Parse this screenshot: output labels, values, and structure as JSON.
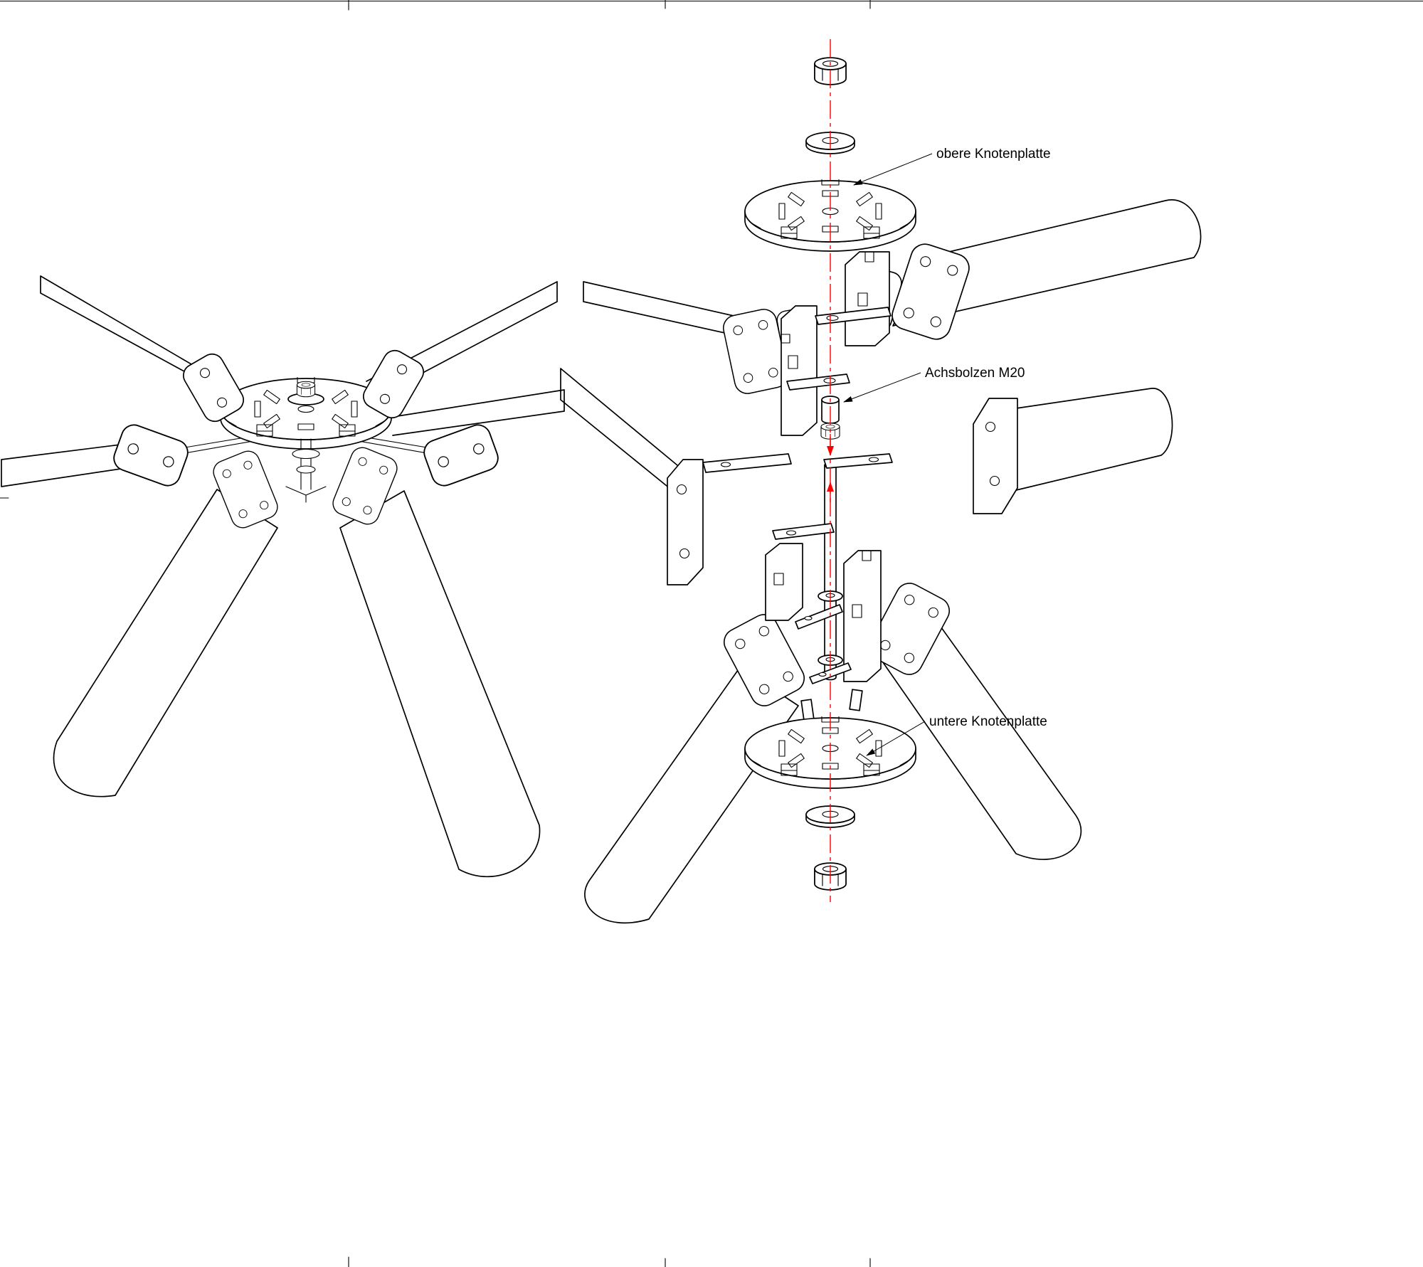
{
  "drawing": {
    "type": "exploded-assembly-technical-drawing",
    "colors": {
      "line": "#000000",
      "centerline": "#ff0000",
      "background": "#ffffff"
    }
  },
  "annotations": [
    {
      "id": "upper-plate",
      "text": "obere Knotenplatte"
    },
    {
      "id": "axle-bolt",
      "text": "Achsbolzen M20"
    },
    {
      "id": "lower-plate",
      "text": "untere Knotenplatte"
    }
  ]
}
